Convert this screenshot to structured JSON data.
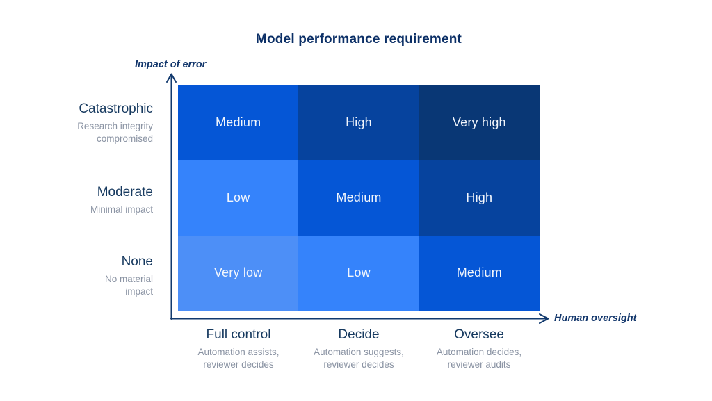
{
  "chart_data": {
    "type": "heatmap",
    "title": "Model performance requirement",
    "xlabel": "Human oversight",
    "ylabel": "Impact of error",
    "y_categories": [
      {
        "label": "Catastrophic",
        "description": "Research integrity\ncompromised"
      },
      {
        "label": "Moderate",
        "description": "Minimal impact"
      },
      {
        "label": "None",
        "description": "No material\nimpact"
      }
    ],
    "x_categories": [
      {
        "label": "Full control",
        "description": "Automation assists,\nreviewer decides"
      },
      {
        "label": "Decide",
        "description": "Automation suggests,\nreviewer decides"
      },
      {
        "label": "Oversee",
        "description": "Automation decides,\nreviewer audits"
      }
    ],
    "matrix": [
      [
        "Medium",
        "High",
        "Very high"
      ],
      [
        "Low",
        "Medium",
        "High"
      ],
      [
        "Very low",
        "Low",
        "Medium"
      ]
    ],
    "level_colors": {
      "Very low": "#4d8ff7",
      "Low": "#3583fb",
      "Medium": "#0556d6",
      "High": "#06439e",
      "Very high": "#093775"
    },
    "legend_position": "none",
    "grid": false,
    "cell_text_color": "#f2f6fc",
    "axis_color": "#123a6e"
  }
}
